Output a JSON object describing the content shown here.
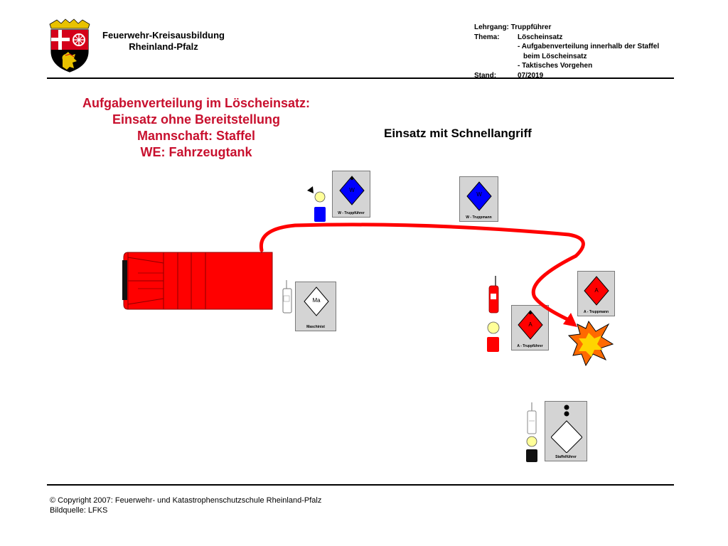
{
  "header": {
    "org_line1": "Feuerwehr-Kreisausbildung",
    "org_line2": "Rheinland-Pfalz",
    "course_key": "Lehrgang:",
    "course_value": "Truppführer",
    "topic_key": "Thema:",
    "topic_value": "Löscheinsatz",
    "topic_item1": "- Aufgabenverteilung innerhalb der Staffel",
    "topic_item1_cont": "beim Löscheinsatz",
    "topic_item2": "- Taktisches Vorgehen",
    "status_key": "Stand:",
    "status_value": "07/2019"
  },
  "title": {
    "line1": "Aufgabenverteilung im Löscheinsatz:",
    "line2": "Einsatz ohne Bereitstellung",
    "line3": "Mannschaft: Staffel",
    "line4": "WE: Fahrzeugtank"
  },
  "subtitle": "Einsatz mit Schnellangriff",
  "cards": {
    "w_leader": {
      "letter": "W",
      "label": "W - Truppführer"
    },
    "w_member": {
      "letter": "W",
      "label": "W - Truppmann"
    },
    "machinist": {
      "letter": "Ma",
      "label": "Maschinist"
    },
    "a_leader": {
      "letter": "A",
      "label": "A - Truppführer"
    },
    "a_member": {
      "letter": "A",
      "label": "A - Truppmann"
    },
    "squad_leader": {
      "letter": "",
      "label": "Staffelführer"
    }
  },
  "colors": {
    "red": "#ff0000",
    "title_red": "#c8102e",
    "blue": "#0000ff",
    "head_yellow": "#ffff99",
    "card_gray": "#d4d4d4"
  },
  "footer": {
    "copyright": "© Copyright 2007: Feuerwehr- und Katastrophenschutzschule Rheinland-Pfalz",
    "image_source": "Bildquelle: LFKS"
  }
}
